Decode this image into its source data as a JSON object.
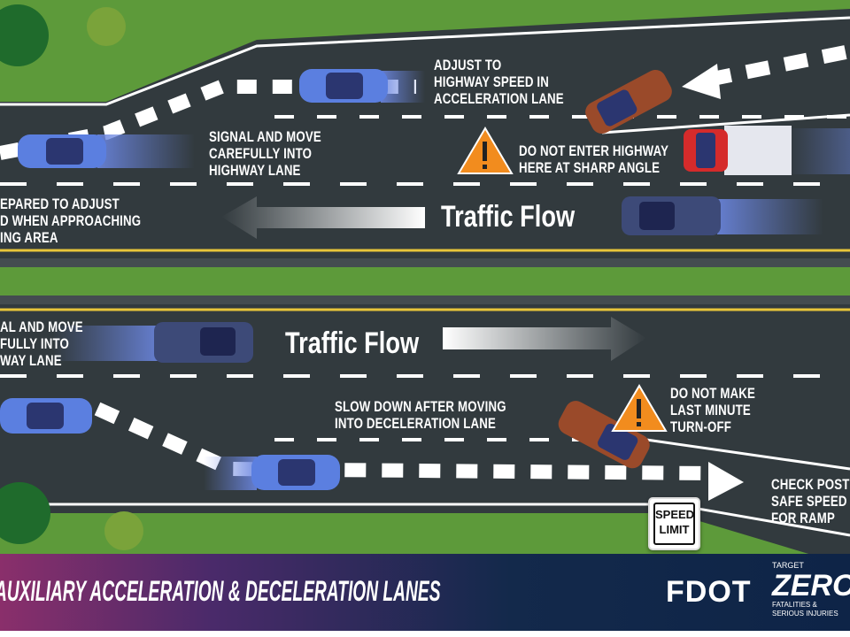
{
  "title": "Auxiliary Acceleration & Deceleration Lanes",
  "top_section": {
    "label_adjust_speed": [
      "Adjust to",
      "highway speed in",
      "acceleration lane"
    ],
    "label_signal_move": [
      "Signal and move",
      "carefully into",
      "highway lane"
    ],
    "label_do_not_enter": [
      "Do not enter highway",
      "here at sharp angle"
    ],
    "label_prepared": [
      "epared to adjust",
      "d when approaching",
      "ing area"
    ],
    "traffic_flow": "Traffic Flow"
  },
  "bottom_section": {
    "label_signal_move": [
      "al and move",
      "fully into",
      "way lane"
    ],
    "traffic_flow": "Traffic Flow",
    "label_slow_down": [
      "Slow down after moving",
      "into deceleration lane"
    ],
    "label_do_not_make": [
      "Do not make",
      "last minute",
      "turn-off"
    ],
    "label_check_speed": [
      "Check poste",
      "safe speed",
      "for ramp"
    ],
    "speed_sign": [
      "Speed",
      "Limit"
    ]
  },
  "logos": {
    "fdot": "FDOT",
    "target_zero_top": "TARGET",
    "target_zero_main": "ZERO",
    "target_zero_sub": "FATALITIES & SERIOUS INJURIES"
  },
  "colors": {
    "asphalt": "#323a3e",
    "grass": "#5d9a3a",
    "car_blue": "#5b7fe0",
    "car_orange": "#9a4a2a",
    "warning": "#f28c1e"
  }
}
